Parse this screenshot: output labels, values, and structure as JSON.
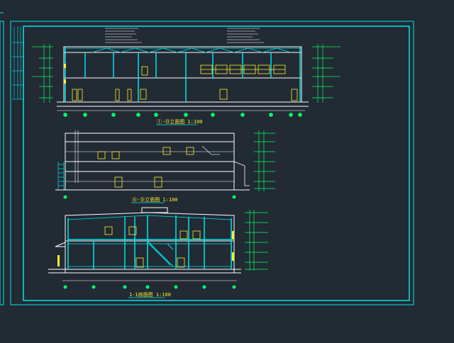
{
  "colors": {
    "background": "#222a33",
    "frame": "#00e5ee",
    "line": "#ffffff",
    "structure": "#00e5ee",
    "window": "#ffee33",
    "accent": "#00ff66",
    "title_text": "#ffee33"
  },
  "drawings": [
    {
      "id": "elevation-top",
      "title": "①-⑬立面图 1:100"
    },
    {
      "id": "elevation-middle",
      "title": "Ⓐ-Ⓓ立面图 1:100"
    },
    {
      "id": "section-bottom",
      "title": "1-1剖面图 1:100"
    }
  ]
}
